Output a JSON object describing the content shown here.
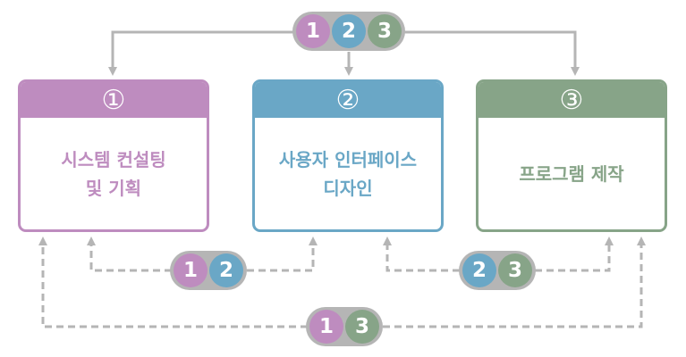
{
  "colors": {
    "stage1": "#be8cbf",
    "stage2": "#6aa7c6",
    "stage3": "#87a488",
    "pill_bg": "#b5b5b5",
    "line": "#b5b5b5"
  },
  "top_badge": {
    "numbers": [
      "1",
      "2",
      "3"
    ]
  },
  "boxes": [
    {
      "number": "①",
      "text": "시스템 컨설팅\n및 기획"
    },
    {
      "number": "②",
      "text": "사용자 인터페이스\n디자인"
    },
    {
      "number": "③",
      "text": "프로그램 제작"
    }
  ],
  "link_badges": [
    {
      "numbers": [
        "1",
        "2"
      ]
    },
    {
      "numbers": [
        "2",
        "3"
      ]
    },
    {
      "numbers": [
        "1",
        "3"
      ]
    }
  ]
}
